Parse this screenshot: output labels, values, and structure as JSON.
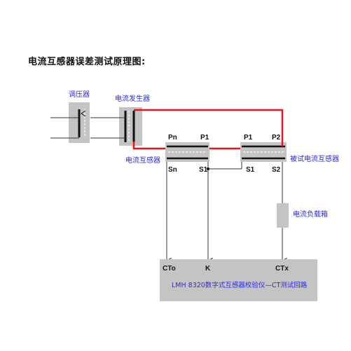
{
  "title": "电流互感器误差测试原理图:",
  "labels": {
    "regulator": "调压器",
    "generator": "电流发生器",
    "ref_ct": "电流互感器",
    "test_ct": "被试电流互感器",
    "burden": "电流负载箱"
  },
  "terminals": {
    "ref_p1": "Pn",
    "ref_p2": "P1",
    "ref_s1": "Sn",
    "ref_s2": "S1",
    "test_p1": "P1",
    "test_p2": "P2",
    "test_s1": "S1",
    "test_s2": "S2"
  },
  "panel": {
    "cto": "CTo",
    "k": "K",
    "ctx": "CTx",
    "name": "LMH 8320数字式互感器校验仪—CT测试回路"
  },
  "colors": {
    "primary_loop": "#e8141c",
    "label_blue": "#2a2ad8",
    "box_gray": "#c4c4c4"
  }
}
